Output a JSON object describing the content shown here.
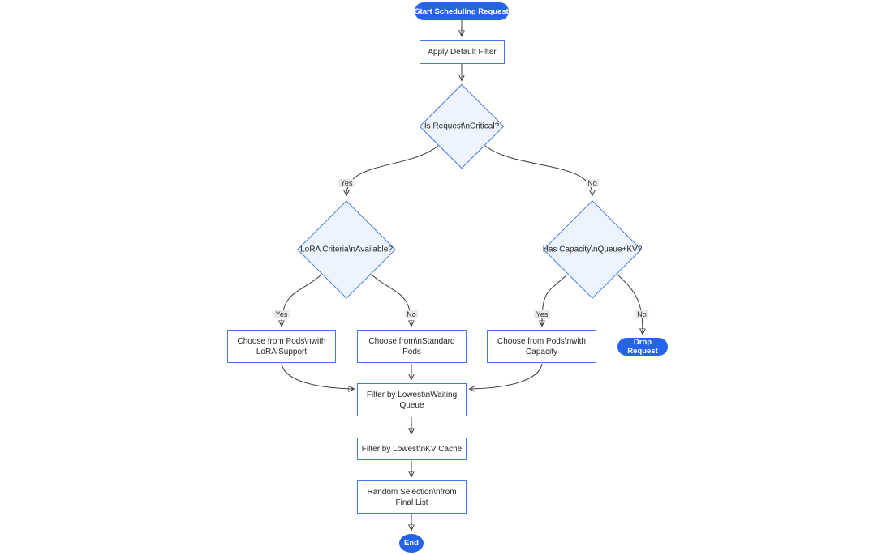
{
  "diagram": {
    "type": "flowchart",
    "direction": "top-down",
    "nodes": {
      "start": {
        "label": "Start Scheduling Request",
        "shape": "stadium"
      },
      "apply_filter": {
        "label": "Apply Default Filter",
        "shape": "rect"
      },
      "is_critical": {
        "label": "Is Request\\nCritical?",
        "shape": "decision"
      },
      "lora_criteria": {
        "label": "LoRA Criteria\\nAvailable?",
        "shape": "decision"
      },
      "has_capacity": {
        "label": "Has Capacity\\nQueue+KV?",
        "shape": "decision"
      },
      "choose_lora": {
        "label": "Choose from Pods\\nwith LoRA Support",
        "shape": "rect"
      },
      "choose_standard": {
        "label": "Choose from\\nStandard Pods",
        "shape": "rect"
      },
      "choose_capacity": {
        "label": "Choose from Pods\\nwith Capacity",
        "shape": "rect"
      },
      "drop_request": {
        "label": "Drop Request",
        "shape": "stadium"
      },
      "filter_queue": {
        "label": "Filter by Lowest\\nWaiting Queue",
        "shape": "rect"
      },
      "filter_kv": {
        "label": "Filter by Lowest\\nKV Cache",
        "shape": "rect"
      },
      "random_selection": {
        "label": "Random Selection\\nfrom Final List",
        "shape": "rect"
      },
      "end": {
        "label": "End",
        "shape": "circle"
      }
    },
    "edge_labels": {
      "critical_yes": "Yes",
      "critical_no": "No",
      "lora_yes": "Yes",
      "lora_no": "No",
      "capacity_yes": "Yes",
      "capacity_no": "No"
    },
    "edges": [
      {
        "from": "start",
        "to": "apply_filter",
        "label": ""
      },
      {
        "from": "apply_filter",
        "to": "is_critical",
        "label": ""
      },
      {
        "from": "is_critical",
        "to": "lora_criteria",
        "label": "Yes"
      },
      {
        "from": "is_critical",
        "to": "has_capacity",
        "label": "No"
      },
      {
        "from": "lora_criteria",
        "to": "choose_lora",
        "label": "Yes"
      },
      {
        "from": "lora_criteria",
        "to": "choose_standard",
        "label": "No"
      },
      {
        "from": "has_capacity",
        "to": "choose_capacity",
        "label": "Yes"
      },
      {
        "from": "has_capacity",
        "to": "drop_request",
        "label": "No"
      },
      {
        "from": "choose_lora",
        "to": "filter_queue",
        "label": ""
      },
      {
        "from": "choose_standard",
        "to": "filter_queue",
        "label": ""
      },
      {
        "from": "choose_capacity",
        "to": "filter_queue",
        "label": ""
      },
      {
        "from": "filter_queue",
        "to": "filter_kv",
        "label": ""
      },
      {
        "from": "filter_kv",
        "to": "random_selection",
        "label": ""
      },
      {
        "from": "random_selection",
        "to": "end",
        "label": ""
      }
    ],
    "colors": {
      "accent_fill": "#2563eb",
      "node_border": "#4779e4",
      "decision_fill": "#edf4fd",
      "rect_fill": "#ffffff",
      "edge_stroke": "#3a3a3a",
      "edge_label_bg": "#e8e8e8",
      "text": "#262626"
    }
  }
}
